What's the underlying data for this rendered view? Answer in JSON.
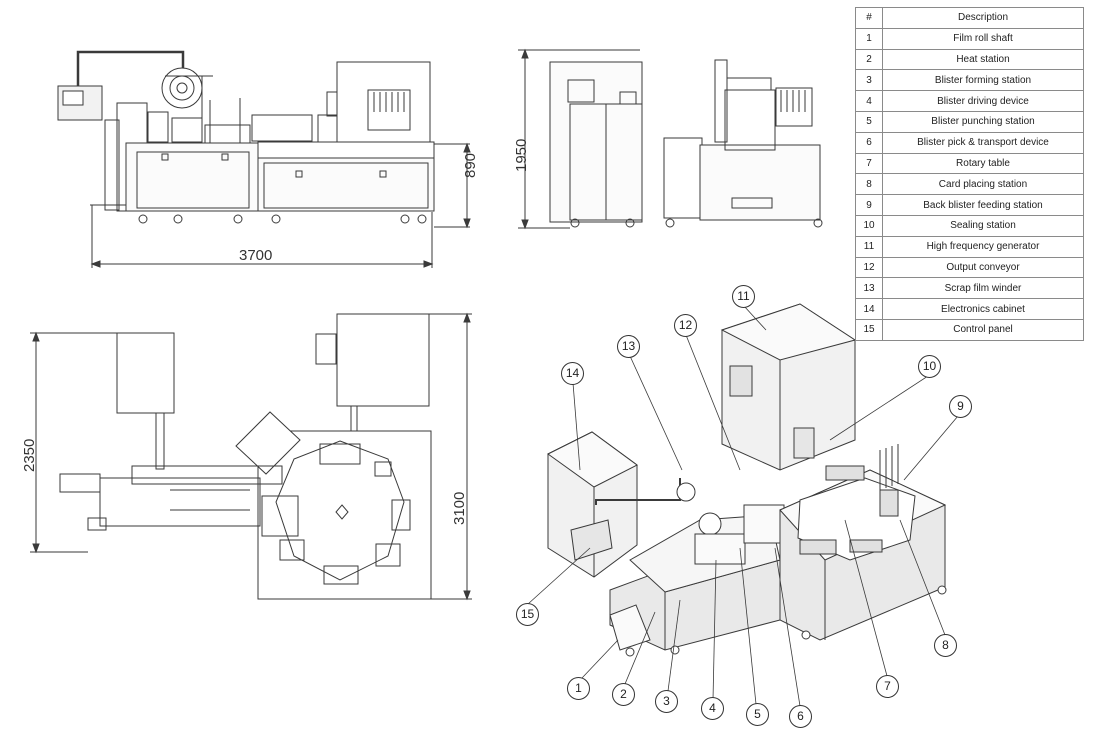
{
  "table": {
    "header": {
      "num": "#",
      "desc": "Description"
    },
    "rows": [
      {
        "num": "1",
        "desc": "Film roll shaft"
      },
      {
        "num": "2",
        "desc": "Heat station"
      },
      {
        "num": "3",
        "desc": "Blister forming station"
      },
      {
        "num": "4",
        "desc": "Blister driving device"
      },
      {
        "num": "5",
        "desc": "Blister punching station"
      },
      {
        "num": "6",
        "desc": "Blister pick & transport device"
      },
      {
        "num": "7",
        "desc": "Rotary table"
      },
      {
        "num": "8",
        "desc": "Card placing station"
      },
      {
        "num": "9",
        "desc": "Back blister feeding station"
      },
      {
        "num": "10",
        "desc": "Sealing station"
      },
      {
        "num": "11",
        "desc": "High frequency generator"
      },
      {
        "num": "12",
        "desc": "Output conveyor"
      },
      {
        "num": "13",
        "desc": "Scrap film winder"
      },
      {
        "num": "14",
        "desc": "Electronics cabinet"
      },
      {
        "num": "15",
        "desc": "Control panel"
      }
    ]
  },
  "dimensions": {
    "front_length": "3700",
    "front_height": "890",
    "side_height": "1950",
    "plan_depth": "2350",
    "plan_width": "3100"
  },
  "callouts": [
    "1",
    "2",
    "3",
    "4",
    "5",
    "6",
    "7",
    "8",
    "9",
    "10",
    "11",
    "12",
    "13",
    "14",
    "15"
  ]
}
